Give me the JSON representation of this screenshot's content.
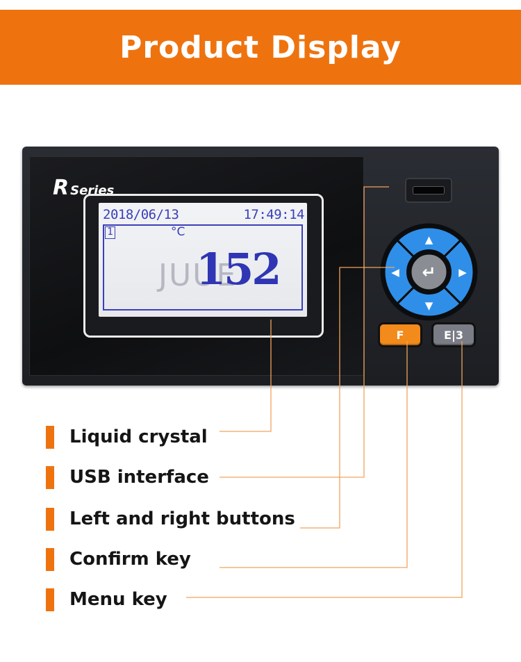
{
  "banner": {
    "title": "Product Display"
  },
  "device": {
    "brand_letter": "R",
    "brand_series": "Series",
    "lcd": {
      "date": "2018/06/13",
      "time": "17:49:14",
      "channel": "1",
      "unit": "°C",
      "value": "152",
      "watermark": "JUUE"
    },
    "keys": {
      "up": "▲",
      "down": "▼",
      "left": "◀",
      "right": "▶",
      "enter": "↵",
      "f_key": "F",
      "e_key": "E|3"
    }
  },
  "labels": [
    {
      "text": "Liquid crystal"
    },
    {
      "text": "USB interface"
    },
    {
      "text": "Left and right buttons"
    },
    {
      "text": "Confirm key"
    },
    {
      "text": "Menu key"
    }
  ],
  "colors": {
    "accent": "#ee730f",
    "lcd_text": "#3b3fb8",
    "dpad_blue": "#2f8fe8",
    "leader_line": "#f0a45c"
  }
}
